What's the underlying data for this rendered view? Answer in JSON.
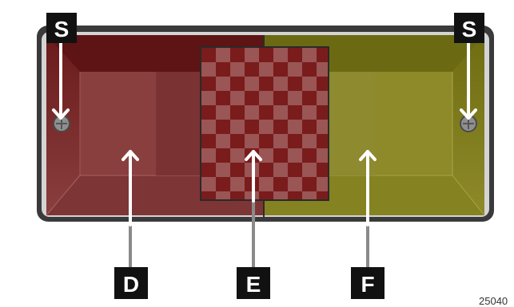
{
  "labels": {
    "screw_left": "S",
    "screw_right": "S",
    "left_section": "D",
    "center_section": "E",
    "right_section": "F"
  },
  "reference_number": "25040",
  "colors": {
    "housing_dark": "#3a3a3a",
    "left_lens": "#8a3f3f",
    "left_lens_dark": "#5e1414",
    "center_checker_a": "#7a1c1c",
    "center_checker_b": "#9a5555",
    "right_lens": "#8e8a2a",
    "right_lens_dark": "#6b6a12",
    "tag_bg": "#111111"
  },
  "icons": {
    "screw": "screw-icon",
    "arrow": "arrow-up-icon"
  }
}
